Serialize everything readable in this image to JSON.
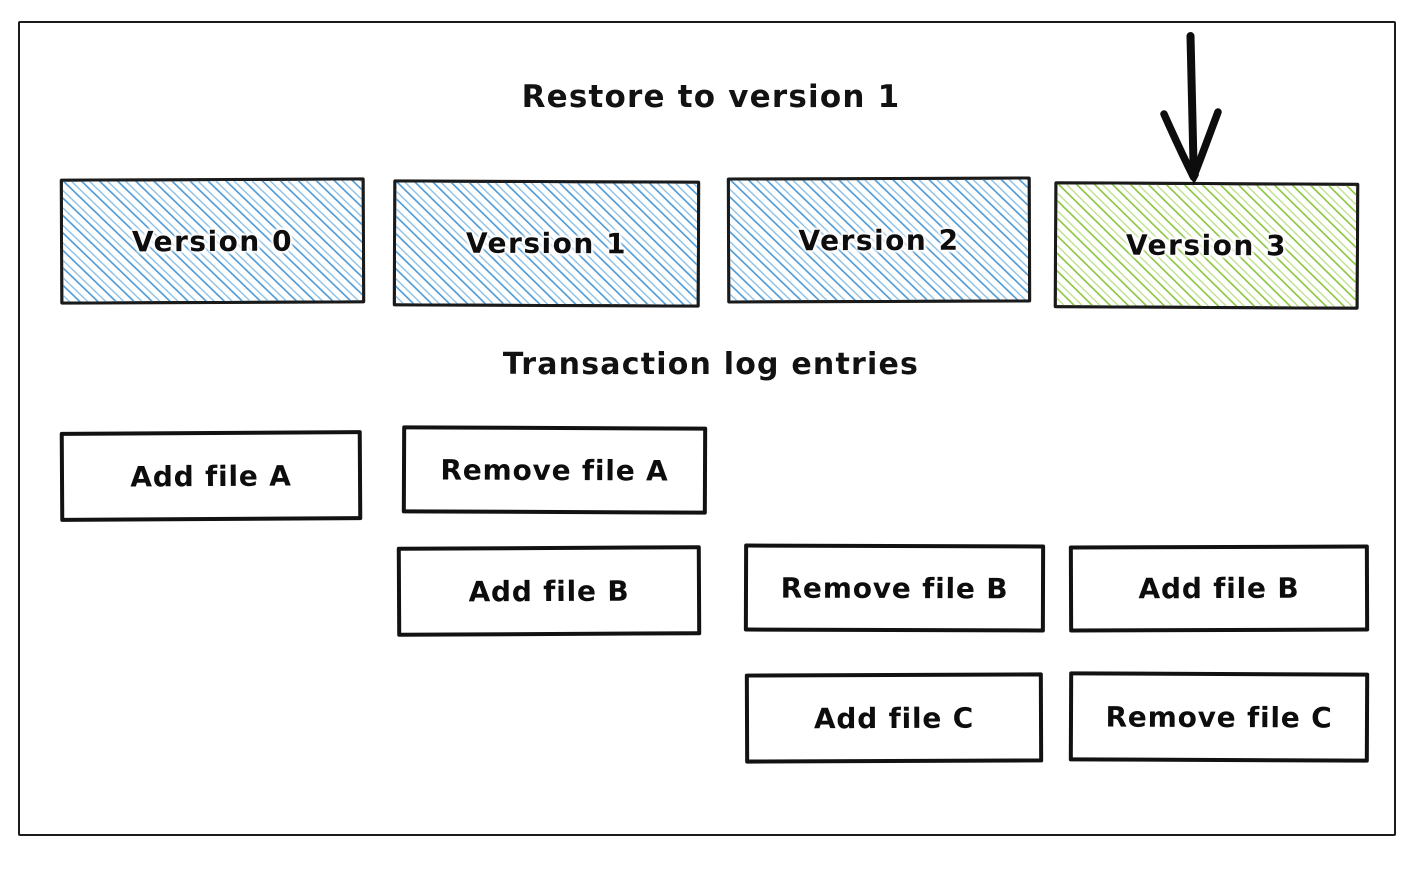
{
  "diagram": {
    "frame_color": "#1b1b1b",
    "background": "#ffffff",
    "headings": {
      "restore": "Restore to version 1",
      "transaction_log": "Transaction log entries"
    },
    "versions": [
      {
        "label": "Version 0",
        "fill": "blue",
        "hatch_color": "#4d9ad6",
        "highlighted": false
      },
      {
        "label": "Version 1",
        "fill": "blue",
        "hatch_color": "#4d9ad6",
        "highlighted": false
      },
      {
        "label": "Version 2",
        "fill": "blue",
        "hatch_color": "#4d9ad6",
        "highlighted": false
      },
      {
        "label": "Version 3",
        "fill": "green",
        "hatch_color": "#8cc63f",
        "highlighted": true
      }
    ],
    "arrow": {
      "name": "down-arrow-icon",
      "points_to": "Version 3",
      "color": "#0d0d0d"
    },
    "log_columns": [
      {
        "version": "Version 0",
        "entries": [
          "Add file A"
        ]
      },
      {
        "version": "Version 1",
        "entries": [
          "Remove file A",
          "Add file B"
        ]
      },
      {
        "version": "Version 2",
        "entries": [
          "Remove file B",
          "Add file C"
        ]
      },
      {
        "version": "Version 3",
        "entries": [
          "Add file B",
          "Remove file C"
        ]
      }
    ],
    "entries": {
      "c1_r1": "Add file A",
      "c2_r1": "Remove file A",
      "c2_r2": "Add file B",
      "c3_r2": "Remove file B",
      "c3_r3": "Add file C",
      "c4_r2": "Add file B",
      "c4_r3": "Remove file C"
    }
  }
}
